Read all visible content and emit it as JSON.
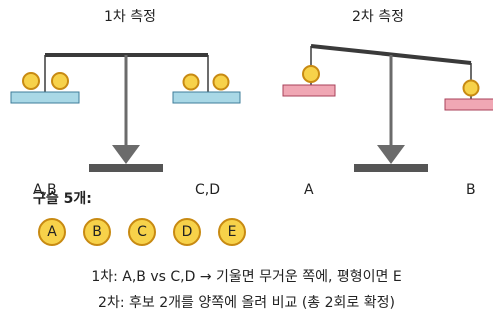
{
  "scene1": {
    "title": "1차 측정"
  },
  "scene2": {
    "title": "2차 측정"
  },
  "labels": {
    "left_pan_1": "A,B",
    "right_pan_1": "C,D",
    "left_pan_2": "A",
    "right_pan_2": "B",
    "beads_heading": "구슬 5개:"
  },
  "beads": [
    {
      "letter": "A"
    },
    {
      "letter": "B"
    },
    {
      "letter": "C"
    },
    {
      "letter": "D"
    },
    {
      "letter": "E"
    }
  ],
  "captions": {
    "line1": "1차: A,B vs C,D → 기울면 무거운 쪽에, 평형이면 E",
    "line2": "2차: 후보 2개를 양쪽에 올려 비교 (총 2회로 확정)"
  },
  "colors": {
    "beam": "#3a3a3a",
    "pan_blue": "#a9d8e6",
    "pan_blue_border": "#3e7c99",
    "pan_pink": "#f0a7b4",
    "pan_pink_border": "#a8405a",
    "coin_fill": "#f7d24a",
    "coin_border": "#c88a12"
  }
}
